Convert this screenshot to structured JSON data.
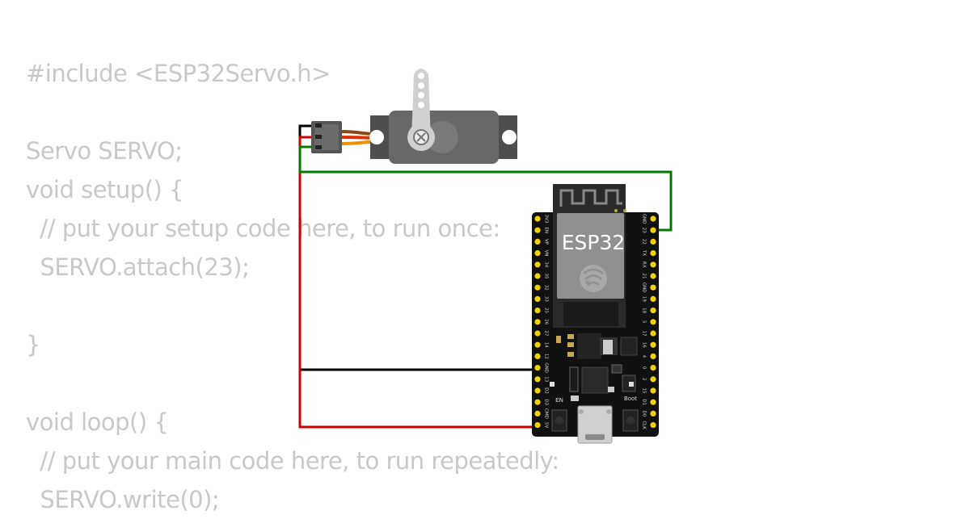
{
  "code_lines": [
    "#include <ESP32Servo.h>",
    "",
    "Servo SERVO;",
    "void setup() {",
    "  // put your setup code here, to run once:",
    "  SERVO.attach(23);",
    "",
    "}",
    "",
    "void loop() {",
    "  // put your main code here, to run repeatedly:",
    "  SERVO.write(0);"
  ],
  "board": {
    "chip_label": "ESP32",
    "left_pins": [
      "3V3",
      "EN",
      "VP",
      "VN",
      "34",
      "35",
      "32",
      "33",
      "25",
      "26",
      "27",
      "14",
      "12",
      "GND",
      "13",
      "D2",
      "D3",
      "CMD",
      "5V"
    ],
    "right_pins": [
      "GND",
      "23",
      "22",
      "TX",
      "RX",
      "21",
      "GND",
      "19",
      "18",
      "5",
      "17",
      "16",
      "4",
      "0",
      "2",
      "15",
      "D1",
      "D0",
      "CLK"
    ],
    "button_en": "EN",
    "button_boot": "Boot"
  },
  "wires": [
    {
      "name": "gnd-wire",
      "color": "#000000",
      "from": "servo.GND",
      "to": "esp32.GND"
    },
    {
      "name": "vcc-wire",
      "color": "#d00000",
      "from": "servo.V+",
      "to": "esp32.5V"
    },
    {
      "name": "signal-wire",
      "color": "#008000",
      "from": "servo.PWM",
      "to": "esp32.23"
    }
  ]
}
